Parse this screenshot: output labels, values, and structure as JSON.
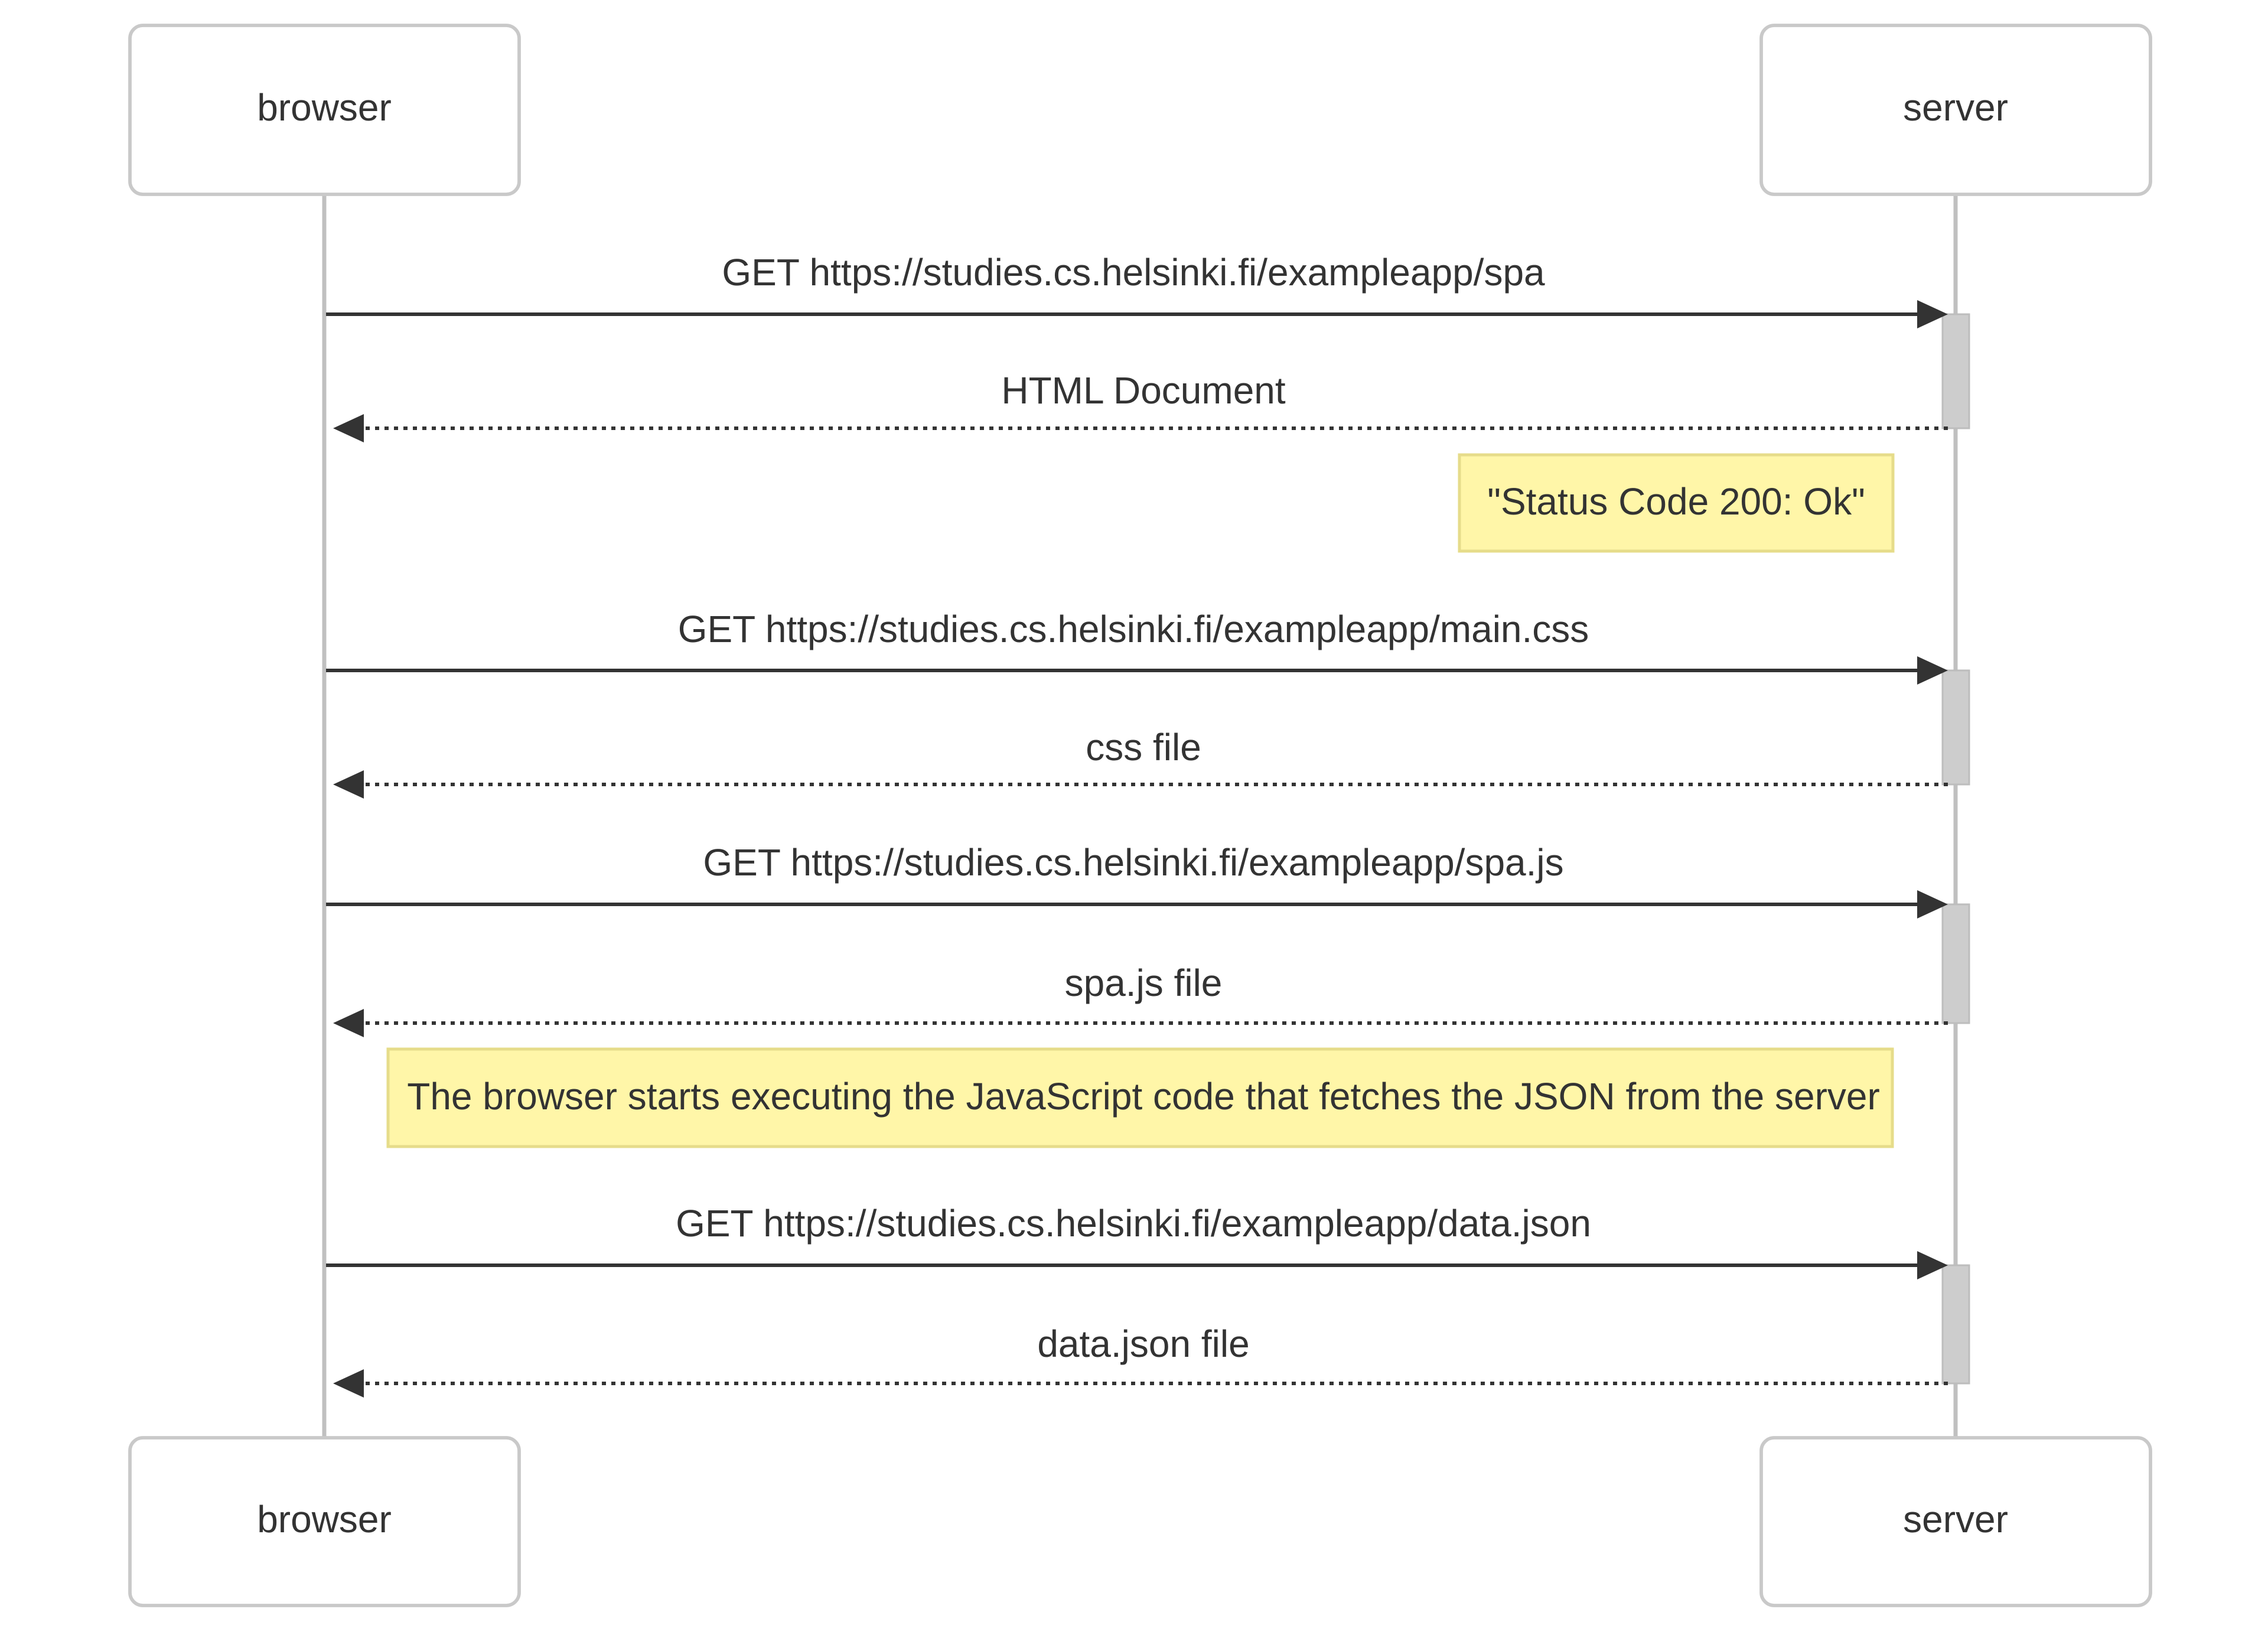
{
  "participants": {
    "browser": "browser",
    "server": "server"
  },
  "messages": [
    {
      "from": "browser",
      "to": "server",
      "style": "solid",
      "label": "GET https://studies.cs.helsinki.fi/exampleapp/spa"
    },
    {
      "from": "server",
      "to": "browser",
      "style": "dashed",
      "label": "HTML Document"
    },
    {
      "from": "browser",
      "to": "server",
      "style": "solid",
      "label": "GET https://studies.cs.helsinki.fi/exampleapp/main.css"
    },
    {
      "from": "server",
      "to": "browser",
      "style": "dashed",
      "label": "css file"
    },
    {
      "from": "browser",
      "to": "server",
      "style": "solid",
      "label": "GET https://studies.cs.helsinki.fi/exampleapp/spa.js"
    },
    {
      "from": "server",
      "to": "browser",
      "style": "dashed",
      "label": "spa.js file"
    },
    {
      "from": "browser",
      "to": "server",
      "style": "solid",
      "label": "GET https://studies.cs.helsinki.fi/exampleapp/data.json"
    },
    {
      "from": "server",
      "to": "browser",
      "style": "dashed",
      "label": "data.json file"
    }
  ],
  "notes": [
    {
      "text": "\"Status Code 200: Ok\""
    },
    {
      "text": "The browser starts executing the JavaScript code that fetches the JSON from the server"
    }
  ],
  "colors": {
    "note_fill": "#fff6a8",
    "note_border": "#e6dc8a",
    "line": "#333333",
    "lifeline": "#c0c0c0",
    "activation": "#cdcdcd"
  }
}
